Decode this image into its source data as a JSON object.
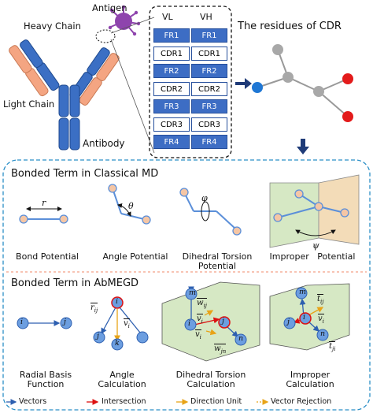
{
  "antibody": {
    "antigen": "Antigen",
    "heavy_chain": "Heavy Chain",
    "light_chain": "Light Chain",
    "antibody": "Antibody"
  },
  "table": {
    "col_vl": "VL",
    "col_vh": "VH",
    "vl": [
      "FR1",
      "CDR1",
      "FR2",
      "CDR2",
      "FR3",
      "CDR3",
      "FR4"
    ],
    "vh": [
      "FR1",
      "CDR1",
      "FR2",
      "CDR2",
      "FR3",
      "CDR3",
      "FR4"
    ]
  },
  "residues_title": "The residues of CDR",
  "classical": {
    "title": "Bonded Term in Classical MD",
    "r": "r",
    "theta": "θ",
    "phi": "φ",
    "psi": "ψ",
    "bond": "Bond Potential",
    "angle": "Angle Potential",
    "dihedral_1": "Dihedral Torsion",
    "dihedral_2": "Potential",
    "improper": "Improper   Potential"
  },
  "abmegd": {
    "title": "Bonded Term in AbMEGD",
    "rbf_1": "Radial Basis",
    "rbf_2": "Function",
    "angle_1": "Angle",
    "angle_2": "Calculation",
    "dihedral_1": "Dihedral Torsion",
    "dihedral_2": "Calculation",
    "improper_1": "Improper",
    "improper_2": "Calculation",
    "node_i": "i",
    "node_j": "j",
    "node_k": "k",
    "node_m": "m",
    "node_n": "n",
    "r_ij": "r",
    "r_ij_sub": "ij",
    "v_i": "v",
    "v_i_sub": "i",
    "w_ij": "w",
    "w_ij_sub": "ij",
    "w_jn": "w",
    "w_jn_sub": "jn",
    "t_ij": "t",
    "t_ij_sub": "ij",
    "t_ji": "t",
    "t_ji_sub": "ji"
  },
  "legend": {
    "vectors": "Vectors",
    "intersection": "Intersection",
    "direction_unit": "Direction Unit",
    "vector_rejection": "Vector Rejection"
  },
  "colors": {
    "heavy_blue": "#3b6fc4",
    "light_salmon": "#f4a582",
    "node_blue": "#6c9ee0",
    "bond_blue": "#5b8fd9",
    "node_orange": "#f5c6a5",
    "node_gray": "#a8a8a8",
    "node_red": "#e31b1b",
    "node_cyan": "#1f77d4",
    "plane_green": "#d6e8c4",
    "plane_tan": "#f3dcb8",
    "antigen_purple": "#8e44ad",
    "dashed_box": "#2b8fc7"
  }
}
